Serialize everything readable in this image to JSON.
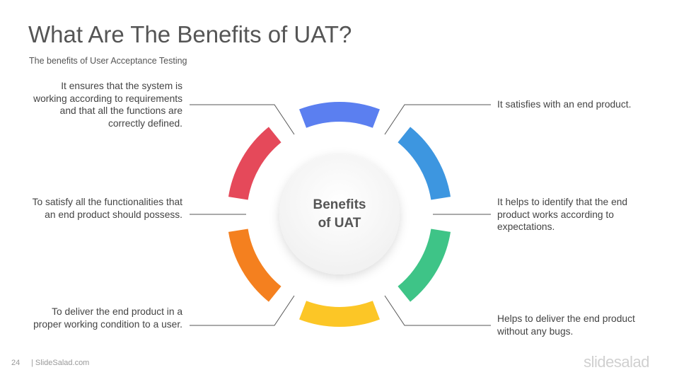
{
  "header": {
    "title": "What Are The Benefits of UAT?",
    "subtitle": "The benefits of User Acceptance Testing"
  },
  "center": {
    "line1": "Benefits",
    "line2": "of UAT"
  },
  "benefits": {
    "top_left": "It ensures that the system is working according to requirements and that all the functions are correctly defined.",
    "middle_left": "To satisfy all the functionalities that an end product should possess.",
    "bottom_left": "To deliver the end product in a proper working condition to a user.",
    "top_right": "It satisfies with an end product.",
    "middle_right": "It helps to identify that the end product works according to expectations.",
    "bottom_right": "Helps to deliver the end product without any bugs."
  },
  "segment_colors": {
    "top": "#5b7ff0",
    "top_right": "#3d96e0",
    "bottom_right": "#3ec487",
    "bottom": "#fcc626",
    "bottom_left": "#f4801f",
    "top_left": "#e5495a"
  },
  "footer": {
    "page_number": "24",
    "brand": "| SlideSalad.com",
    "logo": "slidesalad"
  }
}
